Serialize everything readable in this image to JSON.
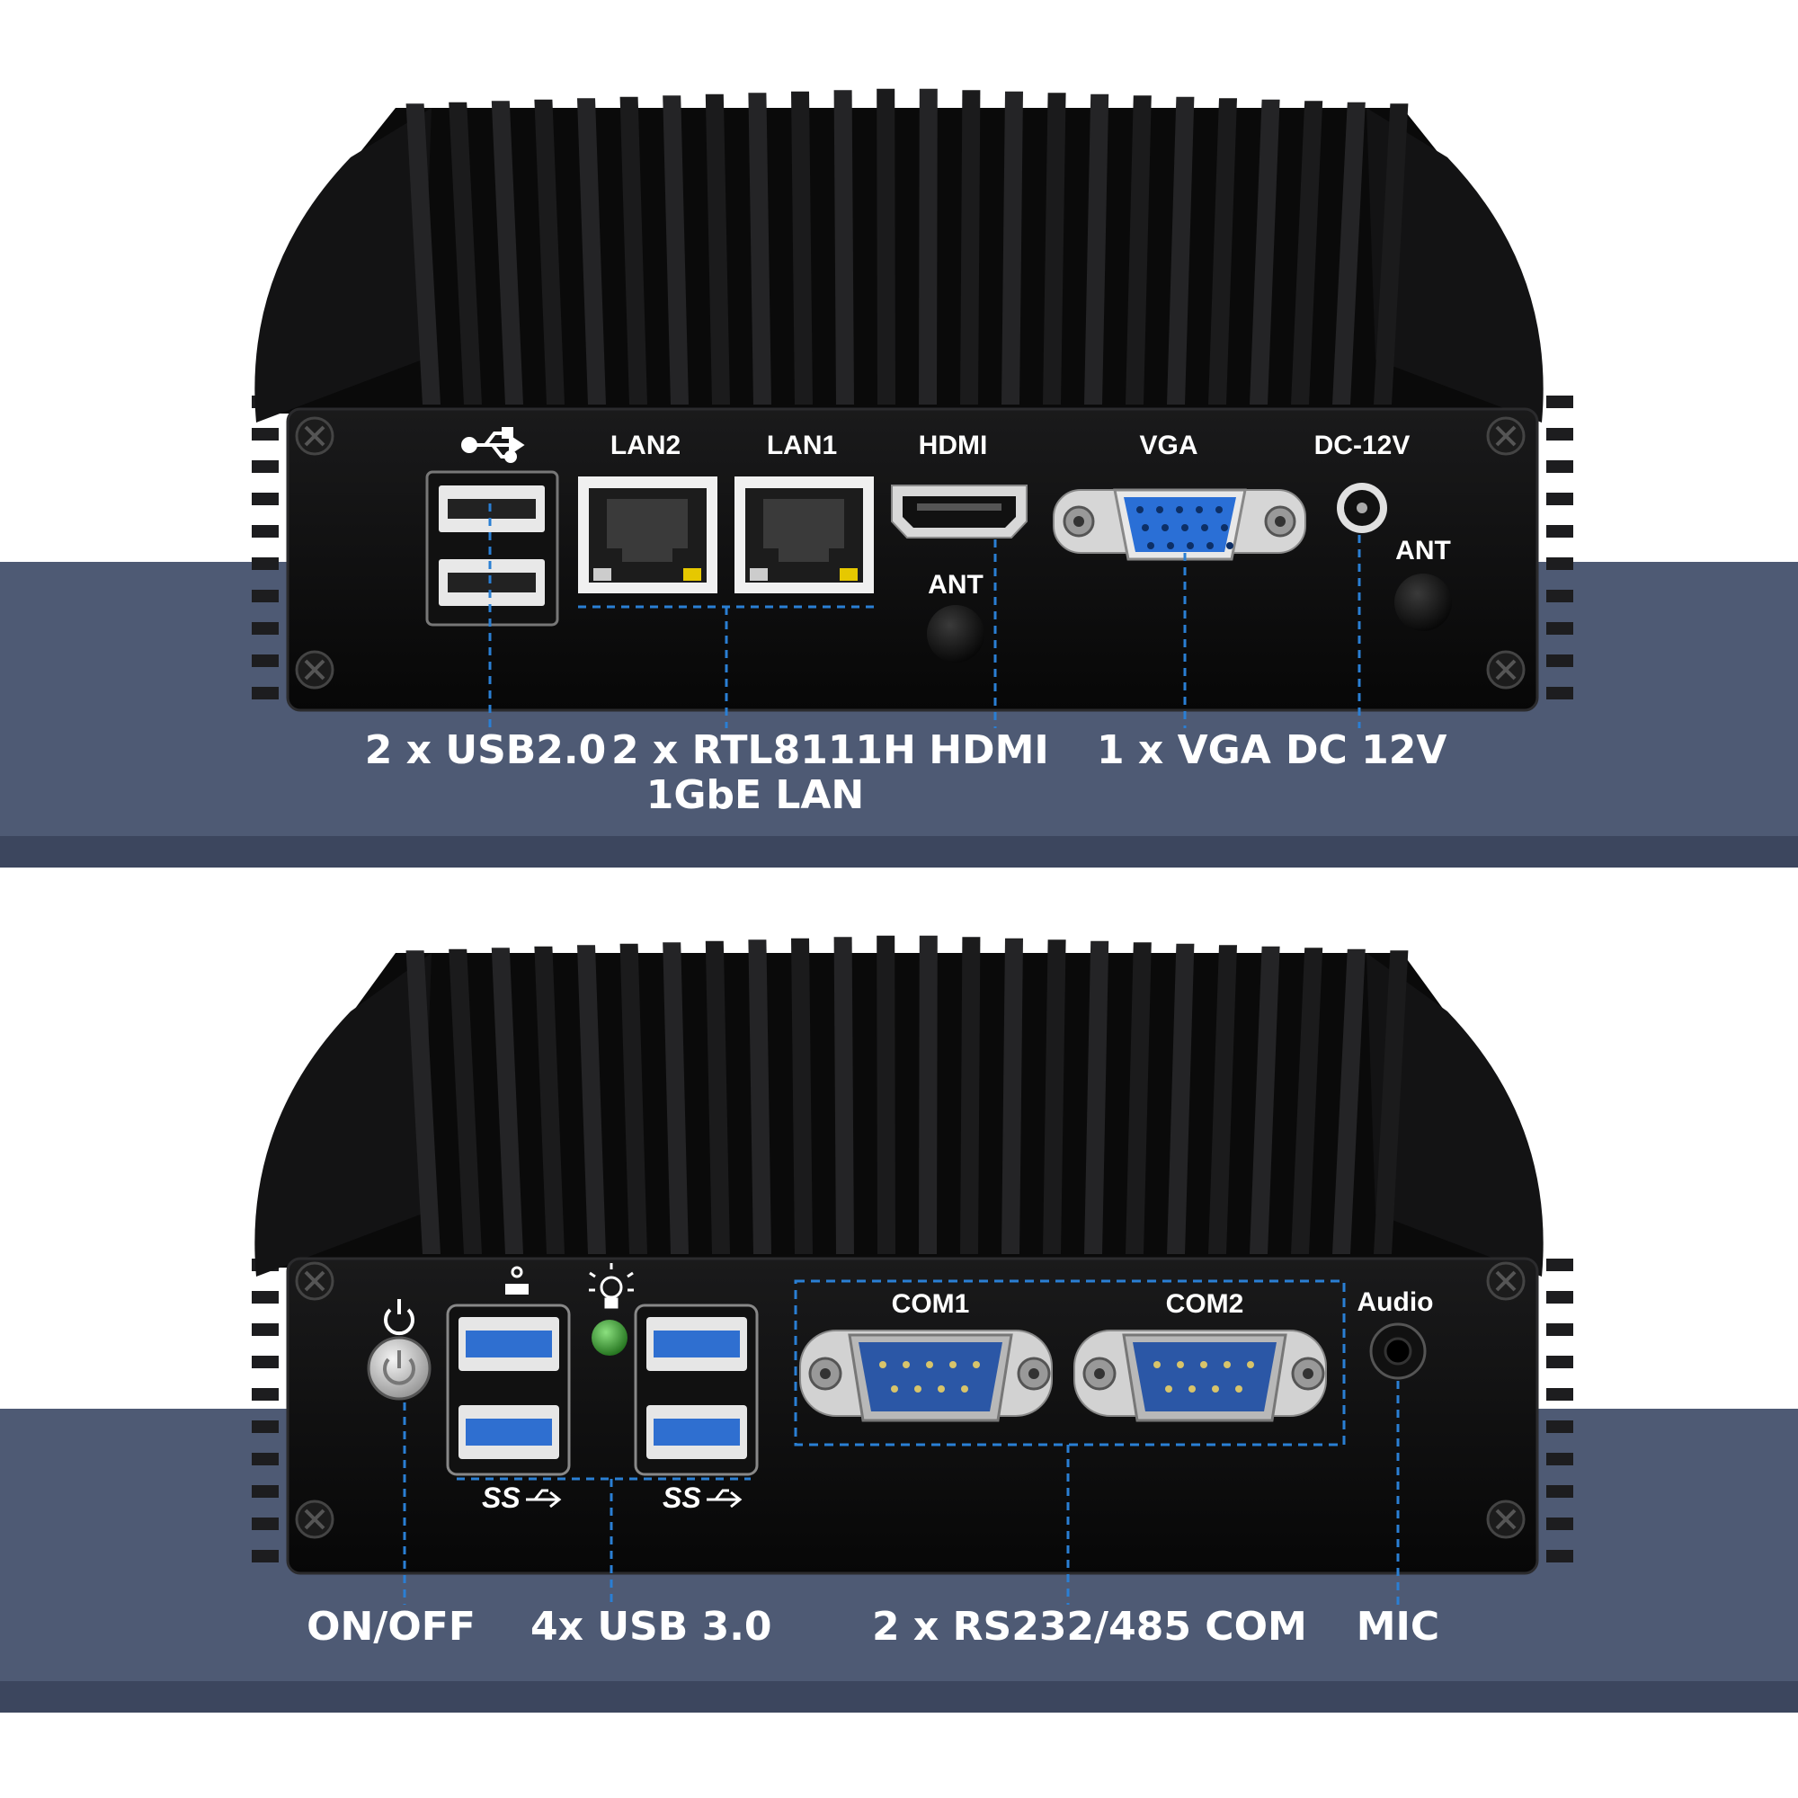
{
  "colors": {
    "band": "#4e5a74",
    "band_dark": "#3c465e",
    "case": "#0c0c0d",
    "fin": "#151516",
    "leader": "#2a7fd4",
    "callout_text": "#ffffff",
    "usb3_blue": "#2f6fd0",
    "vga_blue": "#2a6fd6",
    "led_green": "#3fae3a"
  },
  "top_panel": {
    "port_labels": {
      "usb_icon": "usb-icon",
      "lan2": "LAN2",
      "lan1": "LAN1",
      "hdmi": "HDMI",
      "vga": "VGA",
      "dc": "DC-12V",
      "ant_left": "ANT",
      "ant_right": "ANT"
    },
    "callouts": {
      "usb": "2 x USB2.0",
      "lan_line1": "2 x RTL8111H",
      "lan_line2": "1GbE LAN",
      "hdmi": "HDMI",
      "vga": "1 x VGA",
      "dc": "DC 12V"
    }
  },
  "bottom_panel": {
    "port_labels": {
      "power_icon": "power-icon",
      "hdd_led_icon": "hdd-led-icon",
      "bulb_icon": "power-led-icon",
      "com1": "COM1",
      "com2": "COM2",
      "audio": "Audio",
      "ss_left": "SS",
      "ss_right": "SS"
    },
    "callouts": {
      "power": "ON/OFF",
      "usb3": "4x USB 3.0",
      "com": "2 x RS232/485 COM",
      "mic": "MIC"
    }
  }
}
